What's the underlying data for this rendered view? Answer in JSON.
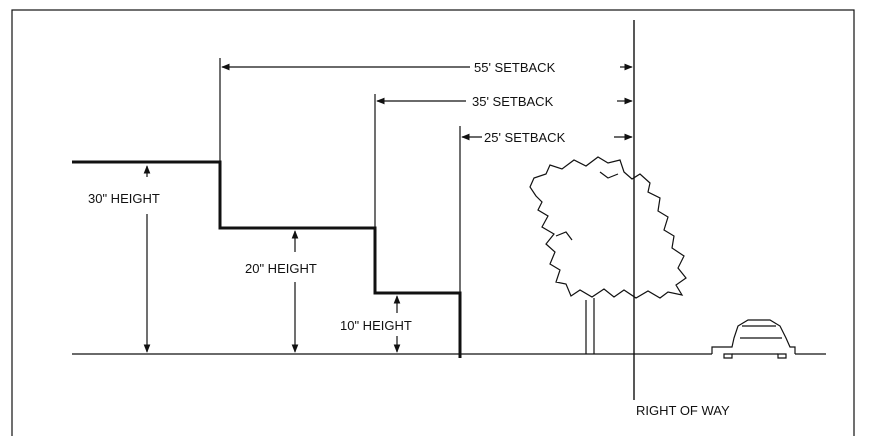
{
  "labels": {
    "setback_55": "55' SETBACK",
    "setback_35": "35' SETBACK",
    "setback_25": "25' SETBACK",
    "height_30": "30\" HEIGHT",
    "height_20": "20\" HEIGHT",
    "height_10": "10\" HEIGHT",
    "right_of_way": "RIGHT OF WAY"
  },
  "colors": {
    "ink": "#111111",
    "background": "#ffffff"
  },
  "icons": [
    "tree-icon",
    "car-icon"
  ]
}
